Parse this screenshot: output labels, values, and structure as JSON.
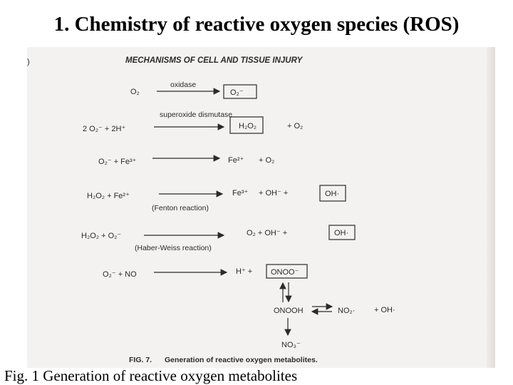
{
  "slide": {
    "title": "1. Chemistry of reactive oxygen species (ROS)",
    "caption": "Fig. 1 Generation of reactive oxygen metabolites"
  },
  "scan": {
    "header": "MECHANISMS OF CELL AND TISSUE INJURY",
    "reactions": [
      {
        "left": "O₂",
        "arrow_label": "oxidase",
        "right": [
          "O₂⁻"
        ],
        "boxed": [
          0
        ]
      },
      {
        "left": "2 O₂⁻ + 2H⁺",
        "arrow_label": "superoxide dismutase",
        "right": [
          "H₂O₂",
          "+ O₂"
        ],
        "boxed": [
          0
        ]
      },
      {
        "left": "O₂⁻ + Fe³⁺",
        "right": [
          "Fe²⁺",
          "+ O₂"
        ]
      },
      {
        "left": "H₂O₂ + Fe²⁺",
        "below": "(Fenton reaction)",
        "right": [
          "Fe³⁺",
          "+ OH⁻ +",
          "OH·"
        ],
        "boxed": [
          2
        ]
      },
      {
        "left": "H₂O₂ + O₂⁻",
        "below": "(Haber-Weiss reaction)",
        "right": [
          "O₂ + OH⁻ +",
          "OH·"
        ],
        "boxed": [
          1
        ]
      },
      {
        "left": "O₂⁻ + NO",
        "right": [
          "H⁺ +",
          "ONOO⁻"
        ],
        "boxed": [
          1
        ]
      }
    ],
    "onooh": "ONOOH",
    "no2": "NO₂·",
    "plus_oh": "+ OH·",
    "no3": "NO₃⁻",
    "figure_label": "FIG. 7.",
    "figure_caption": "Generation of reactive oxygen metabolites."
  }
}
